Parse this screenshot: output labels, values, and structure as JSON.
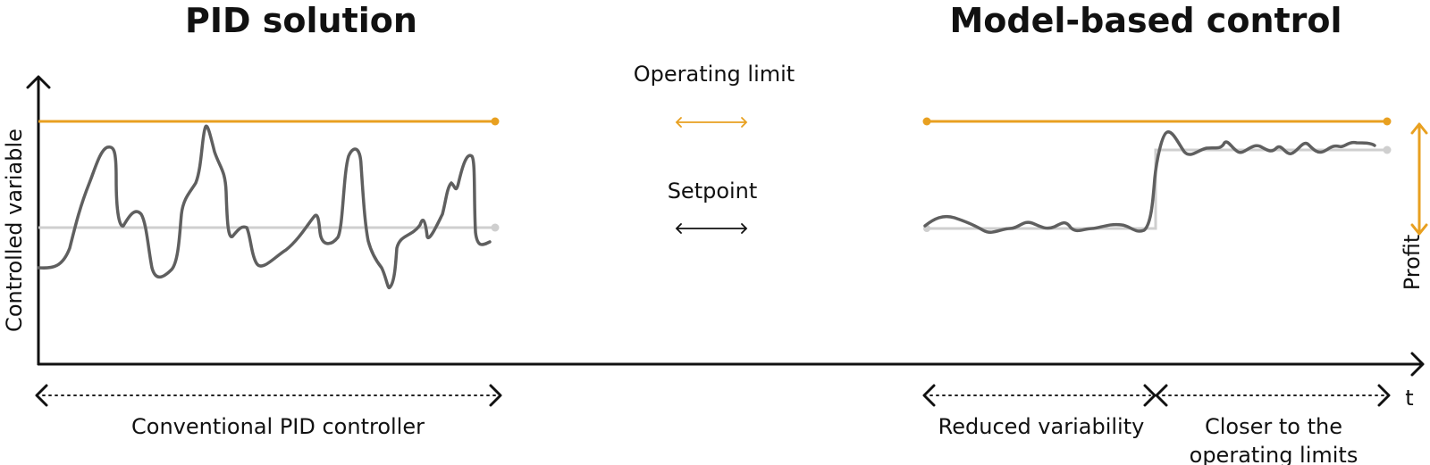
{
  "titles": {
    "left": "PID solution",
    "right": "Model-based control"
  },
  "axis": {
    "y_label": "Controlled variable",
    "x_label": "t",
    "profit_label": "Profit"
  },
  "legend": {
    "operating_limit": "Operating limit",
    "setpoint": "Setpoint"
  },
  "annotations": {
    "left_span": "Conventional PID controller",
    "right_span_1": "Reduced variability",
    "right_span_2_line1": "Closer to the",
    "right_span_2_line2": "operating limits"
  },
  "colors": {
    "operating_limit": "#E8A020",
    "setpoint": "#CFCFCF",
    "signal": "#5F5F5F",
    "axis": "#111111"
  }
}
